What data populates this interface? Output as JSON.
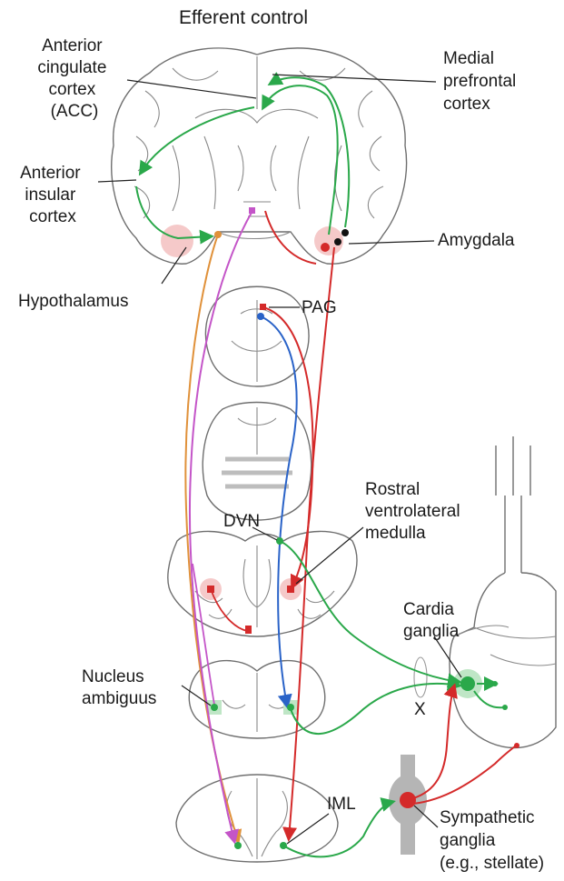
{
  "title": "Efferent control",
  "labels": {
    "acc": [
      "Anterior",
      "cingulate",
      "cortex",
      "(ACC)"
    ],
    "mpfc": [
      "Medial",
      "prefrontal",
      "cortex"
    ],
    "insula": [
      "Anterior",
      "insular",
      "cortex"
    ],
    "amygdala": "Amygdala",
    "hypothalamus": "Hypothalamus",
    "pag": "PAG",
    "dvn": "DVN",
    "rvlm": [
      "Rostral",
      "ventrolateral",
      "medulla"
    ],
    "cardia": [
      "Cardia",
      "ganglia"
    ],
    "vagus": "X",
    "nucleus_ambiguus": [
      "Nucleus",
      "ambiguus"
    ],
    "iml": "IML",
    "sympathetic": [
      "Sympathetic",
      "ganglia",
      "(e.g., stellate)"
    ]
  },
  "colors": {
    "green": "#2aa84a",
    "red": "#d42a2a",
    "blue": "#2a63c8",
    "magenta": "#c455c8",
    "orange": "#e0913a",
    "black": "#111111",
    "outline": "#6f6f6f",
    "halo_red": "#f2b7b7",
    "halo_green": "#bfe6c6",
    "ganglion_gray": "#b5b5b5"
  }
}
